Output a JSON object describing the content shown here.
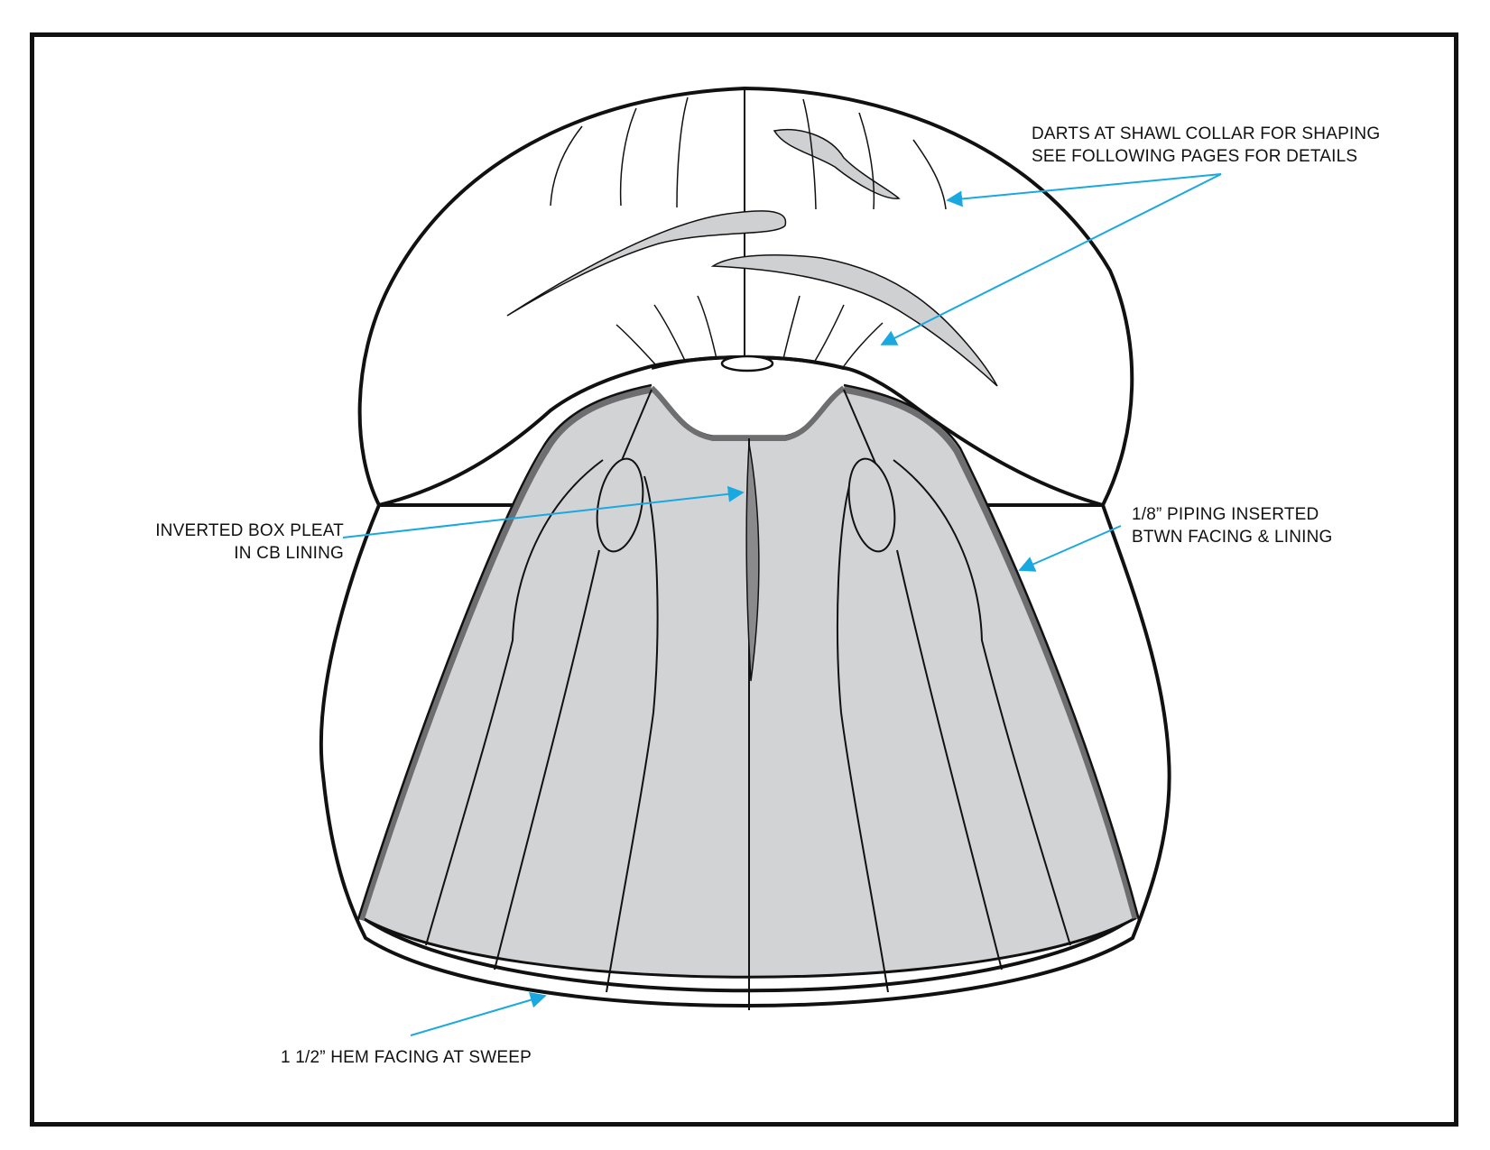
{
  "colors": {
    "outline": "#111111",
    "lining_fill": "#d2d3d5",
    "piping": "#6e6e70",
    "pleat": "#8a8a8c",
    "dart_fill": "#cfd0d2",
    "callout": "#1aa8e0"
  },
  "annotations": {
    "darts": [
      "DARTS AT SHAWL COLLAR FOR SHAPING",
      "SEE FOLLOWING PAGES FOR DETAILS"
    ],
    "box_pleat": [
      "INVERTED BOX PLEAT",
      "IN CB LINING"
    ],
    "piping": [
      "1/8” PIPING INSERTED",
      "BTWN FACING & LINING"
    ],
    "hem": "1 1/2” HEM FACING AT SWEEP"
  }
}
